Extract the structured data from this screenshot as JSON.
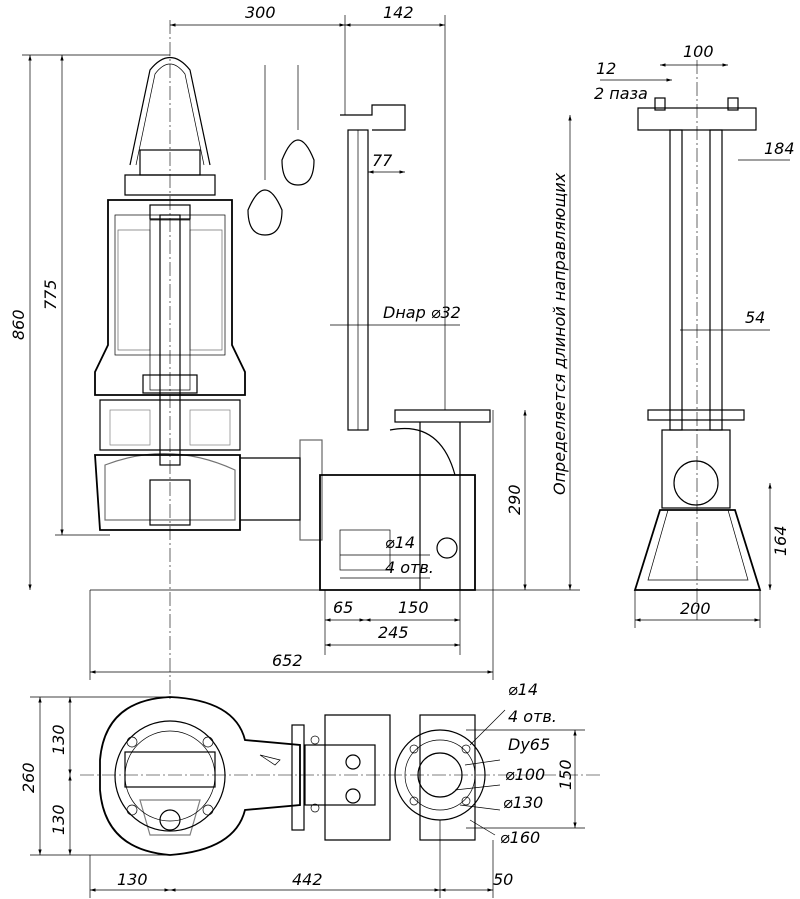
{
  "dimensions": {
    "d300": "300",
    "d142": "142",
    "d860": "860",
    "d775": "775",
    "d77": "77",
    "dnar": "Dнар ⌀32",
    "d290": "290",
    "d14a": "⌀14",
    "d4otv_a": "4 отв.",
    "d65": "65",
    "d150a": "150",
    "d245": "245",
    "d652": "652",
    "d12": "12",
    "d2paza": "2 паза",
    "d100": "100",
    "d184": "184",
    "d54": "54",
    "d164": "164",
    "d200": "200",
    "rails_note": "Определяется длиной направляющих",
    "d130a": "130",
    "d260": "260",
    "d130b": "130",
    "d14b": "⌀14",
    "d4otv_b": "4 отв.",
    "dy65": "Dy65",
    "d100b": "⌀100",
    "d130c": "⌀130",
    "d160": "⌀160",
    "d150b": "150",
    "d130d": "130",
    "d442": "442",
    "d50": "50"
  }
}
